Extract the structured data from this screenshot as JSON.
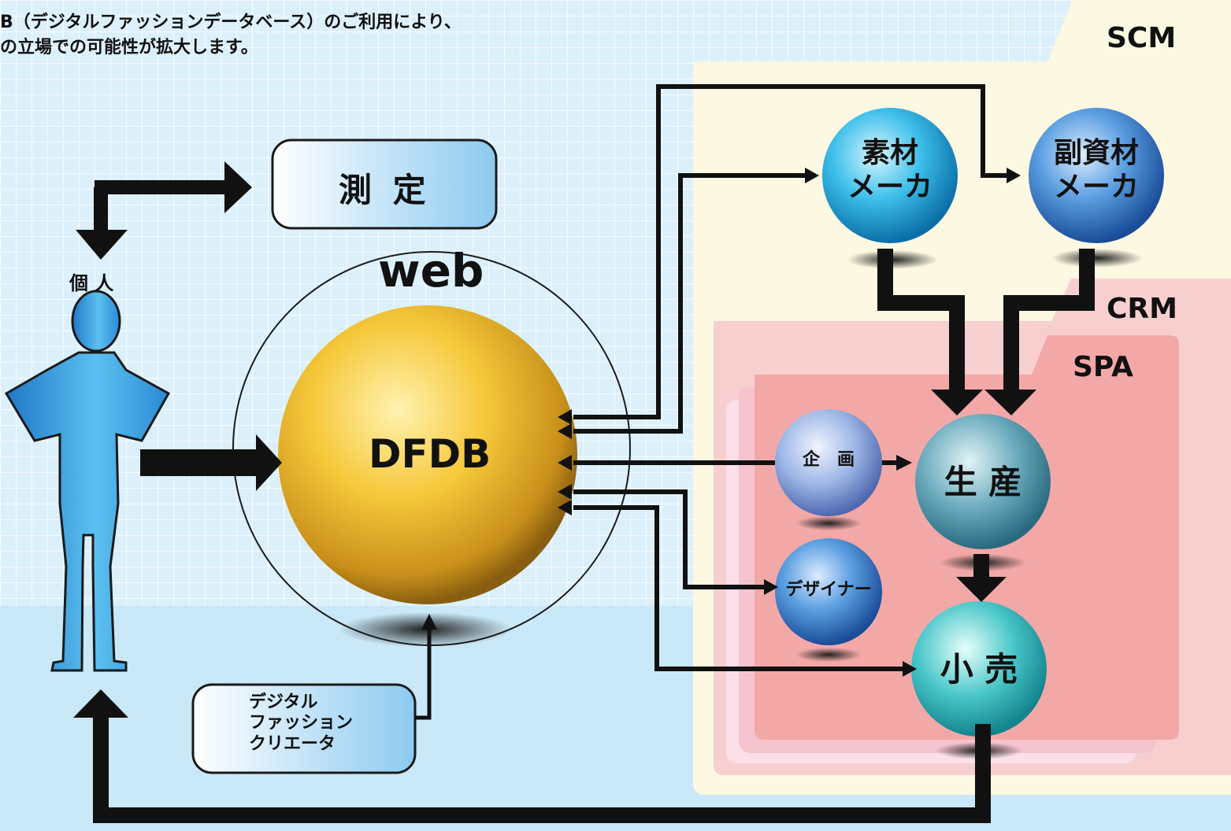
{
  "intro": {
    "line1": "B（デジタルファッションデータベース）のご利用により、",
    "line2": "の立場での可能性が拡大します。"
  },
  "zones": {
    "scm": "SCM",
    "crm": "CRM",
    "spa": "SPA"
  },
  "person": {
    "label": "個 人"
  },
  "measure": {
    "label": "測 定"
  },
  "web": {
    "label": "web"
  },
  "dfdb": {
    "label": "DFDB"
  },
  "creator": {
    "line1": "デジタル",
    "line2": "ファッション",
    "line3": "クリエータ"
  },
  "nodes": {
    "material": {
      "line1": "素材",
      "line2": "メーカ"
    },
    "sub_material": {
      "line1": "副資材",
      "line2": "メーカ"
    },
    "planning": {
      "label": "企　画"
    },
    "designer": {
      "label": "デザイナー"
    },
    "production": {
      "label": "生 産"
    },
    "retail": {
      "label": "小 売"
    }
  },
  "colors": {
    "scm_zone": "#fdf8e2",
    "crm_zone": "#f7c9c9",
    "spa_zone": "#f2a6a6",
    "dfdb_sphere": "#f2c030",
    "person": "#3a9ee0",
    "arrow": "#111111"
  }
}
